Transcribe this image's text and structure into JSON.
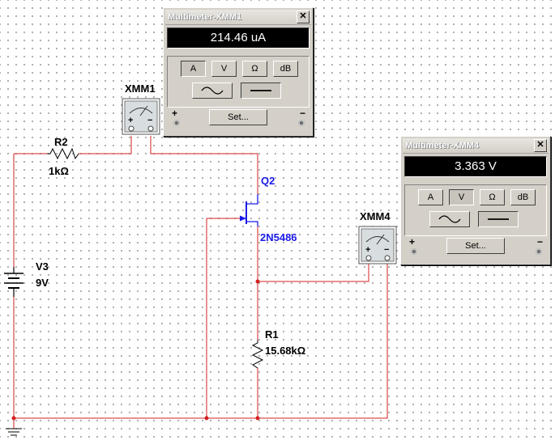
{
  "components": {
    "r2": {
      "name": "R2",
      "value": "1kΩ"
    },
    "r1": {
      "name": "R1",
      "value": "15.68kΩ"
    },
    "v3": {
      "name": "V3",
      "value": "9V"
    },
    "q2": {
      "name": "Q2",
      "model": "2N5486"
    },
    "xmm1": {
      "name": "XMM1"
    },
    "xmm4": {
      "name": "XMM4"
    }
  },
  "meter_icon": {
    "plus": "+",
    "minus": "−"
  },
  "multimeter1": {
    "title": "Multimeter-XMM1",
    "close": "✕",
    "reading": "214.46 uA",
    "buttons": {
      "amps": "A",
      "volts": "V",
      "ohms": "Ω",
      "db": "dB"
    },
    "active_mode": "A",
    "signal": "DC",
    "set_label": "Set...",
    "plus": "+",
    "minus": "−"
  },
  "multimeter4": {
    "title": "Multimeter-XMM4",
    "close": "✕",
    "reading": "3.363 V",
    "buttons": {
      "amps": "A",
      "volts": "V",
      "ohms": "Ω",
      "db": "dB"
    },
    "active_mode": "V",
    "signal": "DC",
    "set_label": "Set...",
    "plus": "+",
    "minus": "−"
  },
  "colors": {
    "wire": "#d32020",
    "transistor": "#1a1ae6",
    "node": "#d32020"
  }
}
